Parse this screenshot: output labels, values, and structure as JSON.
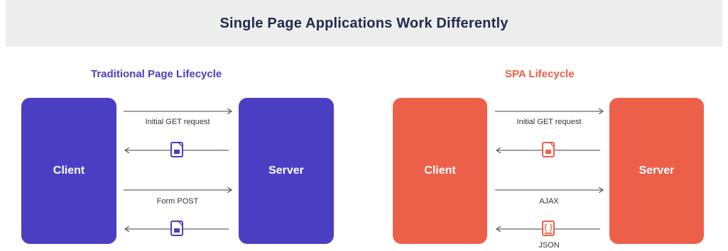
{
  "title": "Single Page Applications Work Differently",
  "traditional": {
    "title": "Traditional Page Lifecycle",
    "client_label": "Client",
    "server_label": "Server",
    "arrow1_label": "Initial GET request",
    "arrow3_label": "Form POST"
  },
  "spa": {
    "title": "SPA Lifecycle",
    "client_label": "Client",
    "server_label": "Server",
    "arrow1_label": "Initial GET request",
    "arrow3_label": "AJAX",
    "arrow4_label": "JSON"
  },
  "colors": {
    "traditional": "#4a3fc3",
    "spa": "#ec604a",
    "banner": "#ededed",
    "title": "#1f2a4d"
  },
  "icons": {
    "html_response": "document-icon",
    "json_response": "json-file-icon"
  }
}
